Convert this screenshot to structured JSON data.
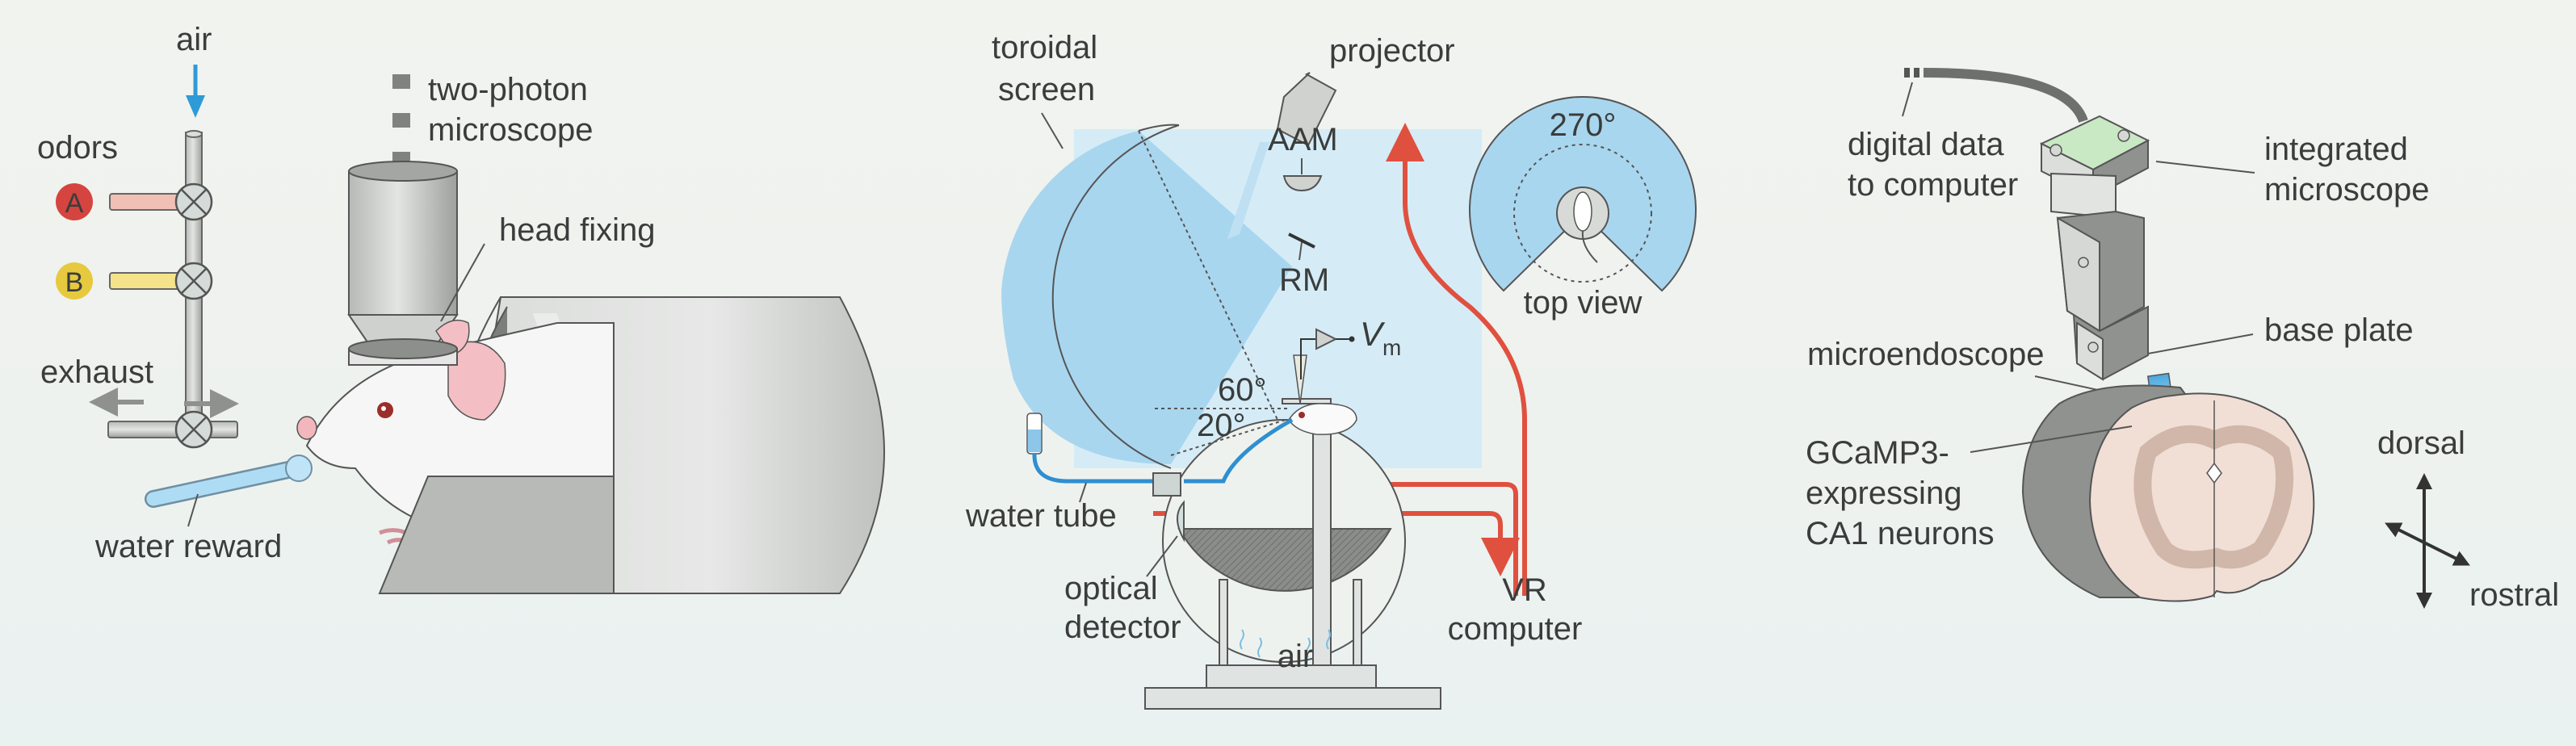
{
  "panel_a": {
    "air_label": "air",
    "odors_label": "odors",
    "odor_a": "A",
    "odor_b": "B",
    "exhaust_label": "exhaust",
    "water_reward_label": "water reward",
    "microscope_label_line1": "two-photon",
    "microscope_label_line2": "microscope",
    "head_fixing_label": "head fixing"
  },
  "panel_b": {
    "toroidal_label_line1": "toroidal",
    "toroidal_label_line2": "screen",
    "projector_label": "projector",
    "aam_label": "AAM",
    "rm_label": "RM",
    "vm_label": "V",
    "vm_subscript": "m",
    "angle_upper": "60°",
    "angle_lower": "20°",
    "water_tube_label": "water tube",
    "optical_label_line1": "optical",
    "optical_label_line2": "detector",
    "air_label": "air",
    "vr_label_line1": "VR",
    "vr_label_line2": "computer",
    "fov_label": "270°",
    "top_view_label": "top view"
  },
  "panel_c": {
    "digital_label_line1": "digital data",
    "digital_label_line2": "to computer",
    "integrated_label_line1": "integrated",
    "integrated_label_line2": "microscope",
    "base_plate_label": "base plate",
    "microendoscope_label": "microendoscope",
    "gcamp_label_line1": "GCaMP3-",
    "gcamp_label_line2": "expressing",
    "gcamp_label_line3": "CA1 neurons",
    "dorsal_label": "dorsal",
    "rostral_label": "rostral"
  },
  "colors": {
    "screen_blue": "#a9d6ef",
    "light_blue": "#d3ebf6",
    "signal_red": "#e0503f",
    "odor_a_red": "#d6443f",
    "odor_b_yellow": "#e6c93e",
    "metal_gray": "#c8cbc8",
    "dark_gray": "#7d807d",
    "skin_pink": "#f3bfc4",
    "brain_beige": "#f1dfd6",
    "brain_brown": "#c6a99a",
    "led_green": "#a8dba4"
  }
}
